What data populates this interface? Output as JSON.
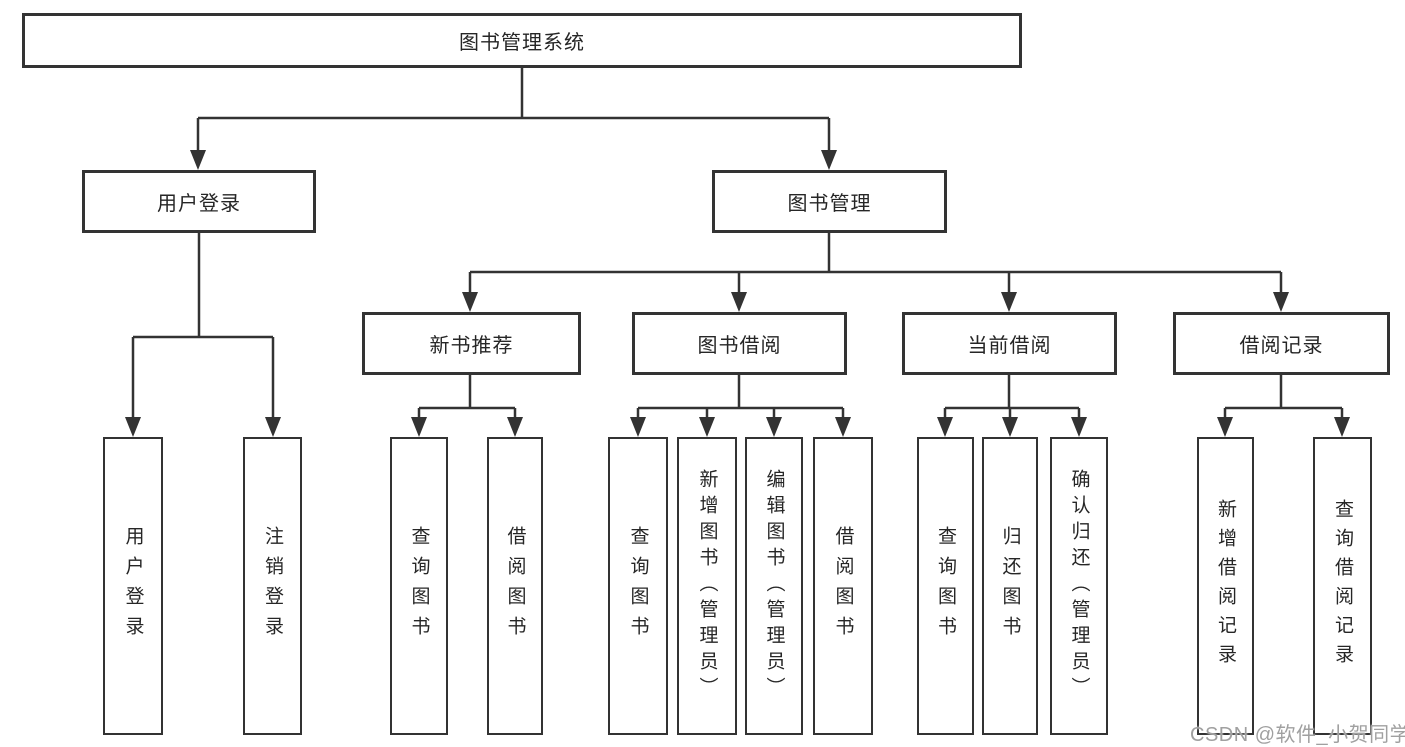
{
  "diagram": {
    "root": {
      "label": "图书管理系统"
    },
    "level2": [
      {
        "label": "用户登录"
      },
      {
        "label": "图书管理"
      }
    ],
    "level3": [
      {
        "label": "新书推荐"
      },
      {
        "label": "图书借阅"
      },
      {
        "label": "当前借阅"
      },
      {
        "label": "借阅记录"
      }
    ],
    "leaves": [
      {
        "label": "用户登录"
      },
      {
        "label": "注销登录"
      },
      {
        "label": "查询图书"
      },
      {
        "label": "借阅图书"
      },
      {
        "label": "查询图书"
      },
      {
        "label": "新增图书（管理员）"
      },
      {
        "label": "编辑图书（管理员）"
      },
      {
        "label": "借阅图书"
      },
      {
        "label": "查询图书"
      },
      {
        "label": "归还图书"
      },
      {
        "label": "确认归还（管理员）"
      },
      {
        "label": "新增借阅记录"
      },
      {
        "label": "查询借阅记录"
      }
    ]
  },
  "colors": {
    "line": "#333333",
    "box_border": "#333333",
    "text": "#262626",
    "background": "#ffffff",
    "watermark": "#a0a0a0"
  },
  "watermark": {
    "text": "CSDN @软件_小贺同学"
  }
}
